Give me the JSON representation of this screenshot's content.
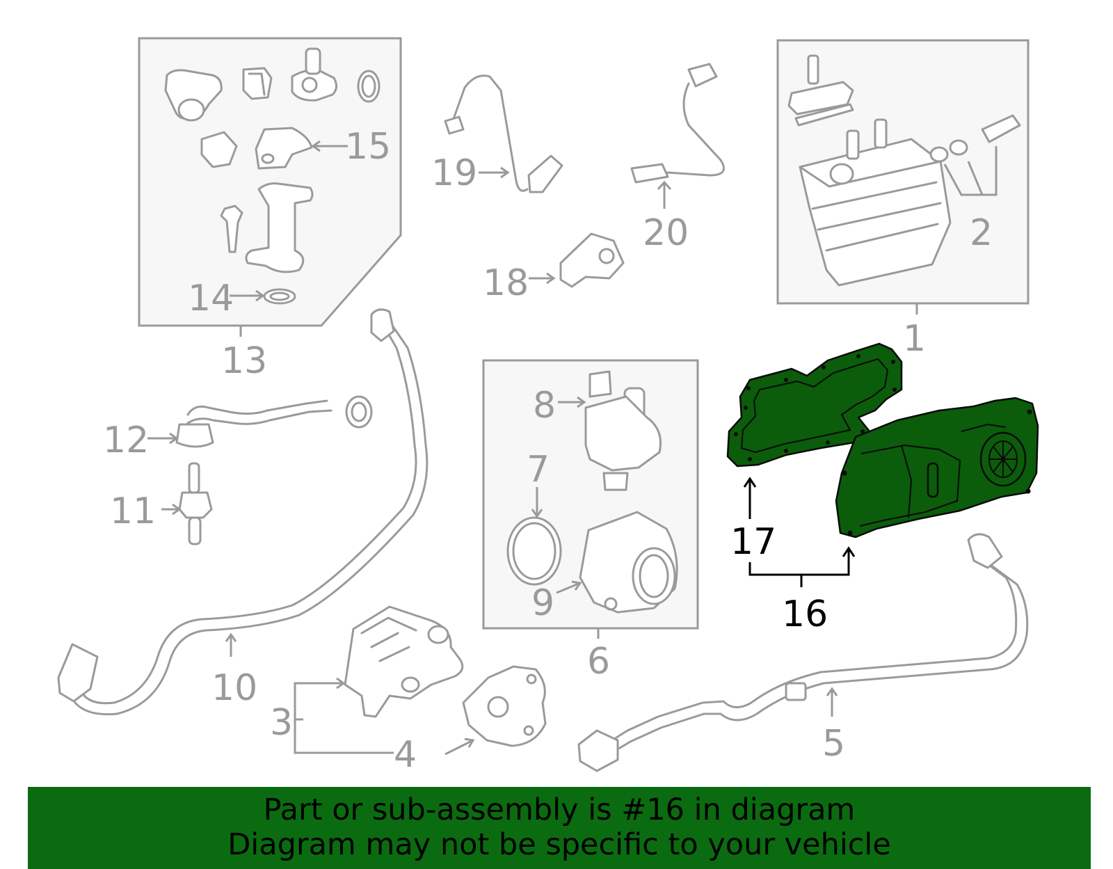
{
  "diagram": {
    "callouts": {
      "c1": "1",
      "c2": "2",
      "c3": "3",
      "c4": "4",
      "c5": "5",
      "c6": "6",
      "c7": "7",
      "c8": "8",
      "c9": "9",
      "c10": "10",
      "c11": "11",
      "c12": "12",
      "c13": "13",
      "c14": "14",
      "c15": "15",
      "c16": "16",
      "c17": "17",
      "c18": "18",
      "c19": "19",
      "c20": "20"
    },
    "highlighted_part": "16",
    "colors": {
      "line_art": "#9a9a9a",
      "highlight_fill": "#0b5c0b",
      "banner_bg": "#0b6b10"
    }
  },
  "banner": {
    "line1": "Part or sub-assembly is #16 in diagram",
    "line2": "Diagram may not be specific to your vehicle"
  }
}
